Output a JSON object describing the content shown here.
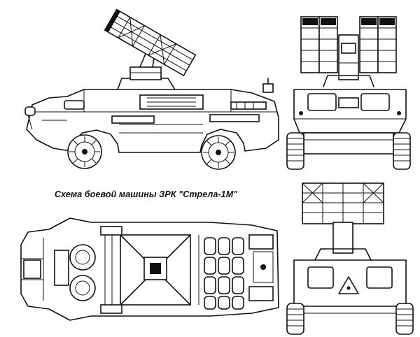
{
  "caption": "Схема боевой машины ЗРК \"Стрела-1М\"",
  "views": [
    {
      "name": "side-view"
    },
    {
      "name": "front-view"
    },
    {
      "name": "top-view"
    },
    {
      "name": "rear-view"
    }
  ],
  "colors": {
    "ink": "#111111",
    "paper": "#ffffff"
  }
}
